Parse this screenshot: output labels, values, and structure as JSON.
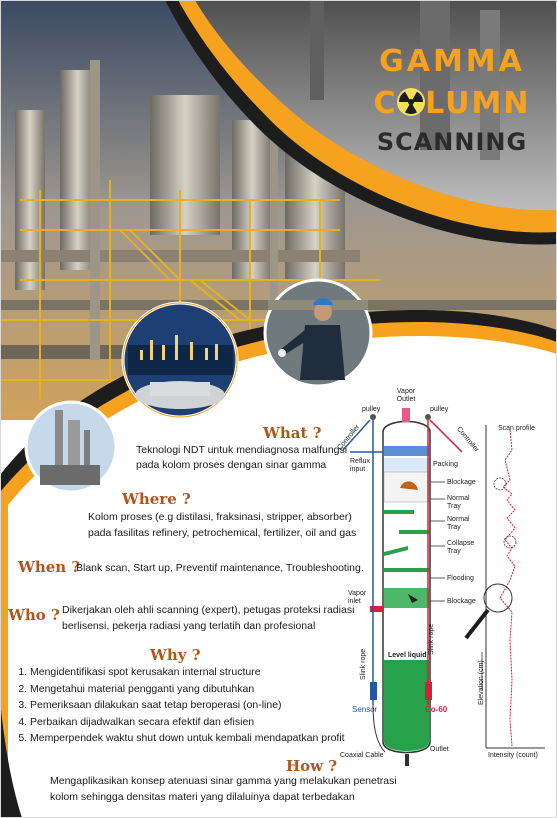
{
  "title": {
    "line1": "GAMMA",
    "line2": "COLUMN",
    "line3": "SCANNING"
  },
  "what": {
    "heading": "What ?",
    "text1": "Teknologi NDT untuk mendiagnosa malfungsi",
    "text2": "pada kolom proses dengan sinar gamma"
  },
  "where": {
    "heading": "Where ?",
    "text1": "Kolom proses (e.g distilasi, fraksinasi, stripper, absorber)",
    "text2": "pada fasilitas refinery, petrochemical, fertilizer, oil and gas"
  },
  "when": {
    "heading": "When ?",
    "text": "Blank scan, Start up, Preventif maintenance, Troubleshooting."
  },
  "who": {
    "heading": "Who ?",
    "text1": "Dikerjakan oleh ahli scanning (expert), petugas proteksi radiasi",
    "text2": "berlisensi, pekerja radiasi yang terlatih dan profesional"
  },
  "why": {
    "heading": "Why ?",
    "items": [
      "Mengidentifikasi spot kerusakan internal structure",
      "Mengetahui material pengganti yang dibutuhkan",
      "Pemeriksaan dilakukan saat tetap beroperasi (on-line)",
      "Perbaikan dijadwalkan secara efektif dan efisien",
      "Memperpendek waktu shut down untuk kembali mendapatkan profit"
    ]
  },
  "how": {
    "heading": "How ?",
    "text1": "Mengaplikasikan konsep atenuasi sinar gamma yang melakukan penetrasi",
    "text2": "kolom sehingga densitas materi yang dilaluinya dapat terbedakan"
  },
  "diagram": {
    "vapor_outlet": "Vapor\nOutlet",
    "pulley_left": "pulley",
    "pulley_right": "pulley",
    "controller_left": "Controller",
    "controller_right": "Controller",
    "reflux_input": "Reflux\ninput",
    "packing": "Packing",
    "blockage_top": "Blockage",
    "normal_tray_1": "Normal\nTray",
    "normal_tray_2": "Normal\nTray",
    "collapse_tray": "Collapse\nTray",
    "flooding": "Flooding",
    "blockage_bottom": "Blockage",
    "vapor_inlet": "Vapor\ninlet",
    "slink_rope_left": "Slink rope",
    "slink_rope_right": "Slink rope",
    "level_liquid": "Level liquid",
    "sensor": "Sensor",
    "source": "Co-60",
    "outlet": "Outlet",
    "coaxial_cable": "Coaxial Cable",
    "scan_profile": "Scan profile",
    "elevation_axis": "Elevation (cm)",
    "intensity_axis": "Intensity (count)"
  },
  "colors": {
    "orange": "#f6a21e",
    "dark": "#2b2b2b",
    "heading": "#b5541a",
    "green": "#27a24a",
    "red": "#d8203a",
    "blue": "#2457a8"
  }
}
